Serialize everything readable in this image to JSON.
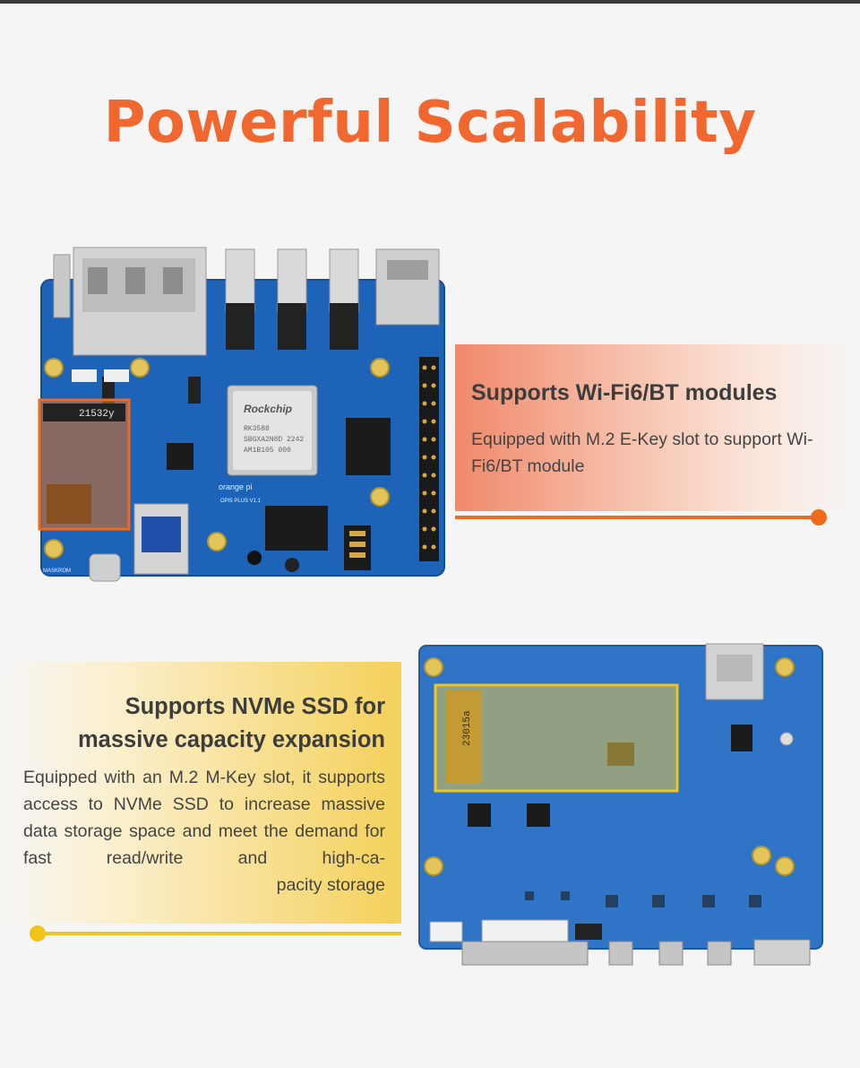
{
  "title": "Powerful Scalability",
  "features": [
    {
      "heading": "Supports Wi-Fi6/BT modules",
      "body": "Equipped with M.2 E-Key slot to support Wi-Fi6/BT module",
      "accent": "#f06a1e"
    },
    {
      "heading_line1": "Supports NVMe SSD for",
      "heading_line2": "massive capacity expansion",
      "body": "Equipped with an M.2 M-Key slot, it supports access to NVMe SSD to increase massive data storage space and meet the demand for fast read/write and high-ca-",
      "body_last": "pacity storage",
      "accent": "#f0c419"
    }
  ],
  "board_top": {
    "chip_brand": "Rockchip",
    "chip_line1": "RK3588",
    "chip_line2": "SBGXA2N8D 2242",
    "chip_line3": "AM1B105 000",
    "slot_label": "21532y",
    "logo": "orange pi",
    "model": "OPI5 PLUS V1.1",
    "maskrom": "MASKROM"
  },
  "board_bottom": {
    "slot_label": "23015a"
  },
  "colors": {
    "title": "#f0682f",
    "pcb": "#1d63b8",
    "text": "#3d3d3d"
  }
}
